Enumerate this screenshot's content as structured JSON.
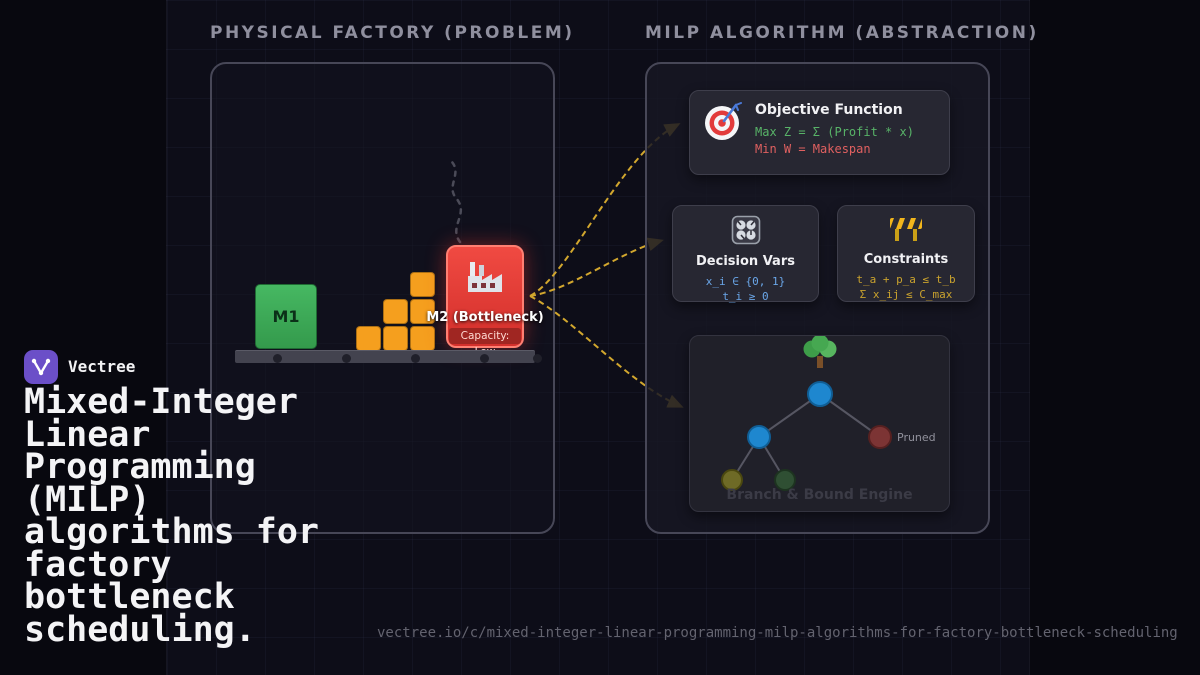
{
  "colors": {
    "background": "#08080f",
    "accent_gold": "#d2a72e",
    "machine_green": "#3cab57",
    "bottleneck_red": "#e53935",
    "objective_green": "#58b368",
    "objective_red": "#e06060",
    "decision_blue": "#6aa6e8",
    "constraint_yellow": "#c9a22e",
    "node_blue": "#1e87cf",
    "node_pruned": "#7c3434",
    "logo_purple": "#6b4fc8"
  },
  "left_panel": {
    "heading": "PHYSICAL FACTORY (PROBLEM)",
    "machine1_label": "M1",
    "machine2_label": "M2 (Bottleneck)",
    "machine2_capacity": "Capacity: Low"
  },
  "right_panel": {
    "heading": "MILP ALGORITHM (ABSTRACTION)",
    "objective": {
      "title": "Objective Function",
      "max_line": "Max Z = Σ (Profit * x)",
      "min_line": "Min W = Makespan"
    },
    "decision_vars": {
      "title": "Decision Vars",
      "domain_line": "x_i ∈ {0, 1}",
      "time_line": "t_i ≥ 0"
    },
    "constraints": {
      "title": "Constraints",
      "precedence_line": "t_a + p_a ≤ t_b",
      "capacity_line": "Σ x_ij ≤ C_max"
    },
    "branch_bound": {
      "title": "Branch & Bound Engine",
      "pruned_label": "Pruned"
    }
  },
  "icons": {
    "machine2": "factory-icon",
    "smoke": "smoke-icon",
    "objective": "target-icon",
    "decision_vars": "control-knobs-icon",
    "constraints": "construction-barrier-icon",
    "branch_bound": "tree-icon",
    "logo": "vectree-logo-icon"
  },
  "branding": {
    "logo_text": "Vectree",
    "title_lines": [
      "Mixed-Integer",
      "Linear",
      "Programming",
      "(MILP)",
      "algorithms for",
      "factory",
      "bottleneck",
      "scheduling."
    ],
    "url": "vectree.io/c/mixed-integer-linear-programming-milp-algorithms-for-factory-bottleneck-scheduling"
  }
}
